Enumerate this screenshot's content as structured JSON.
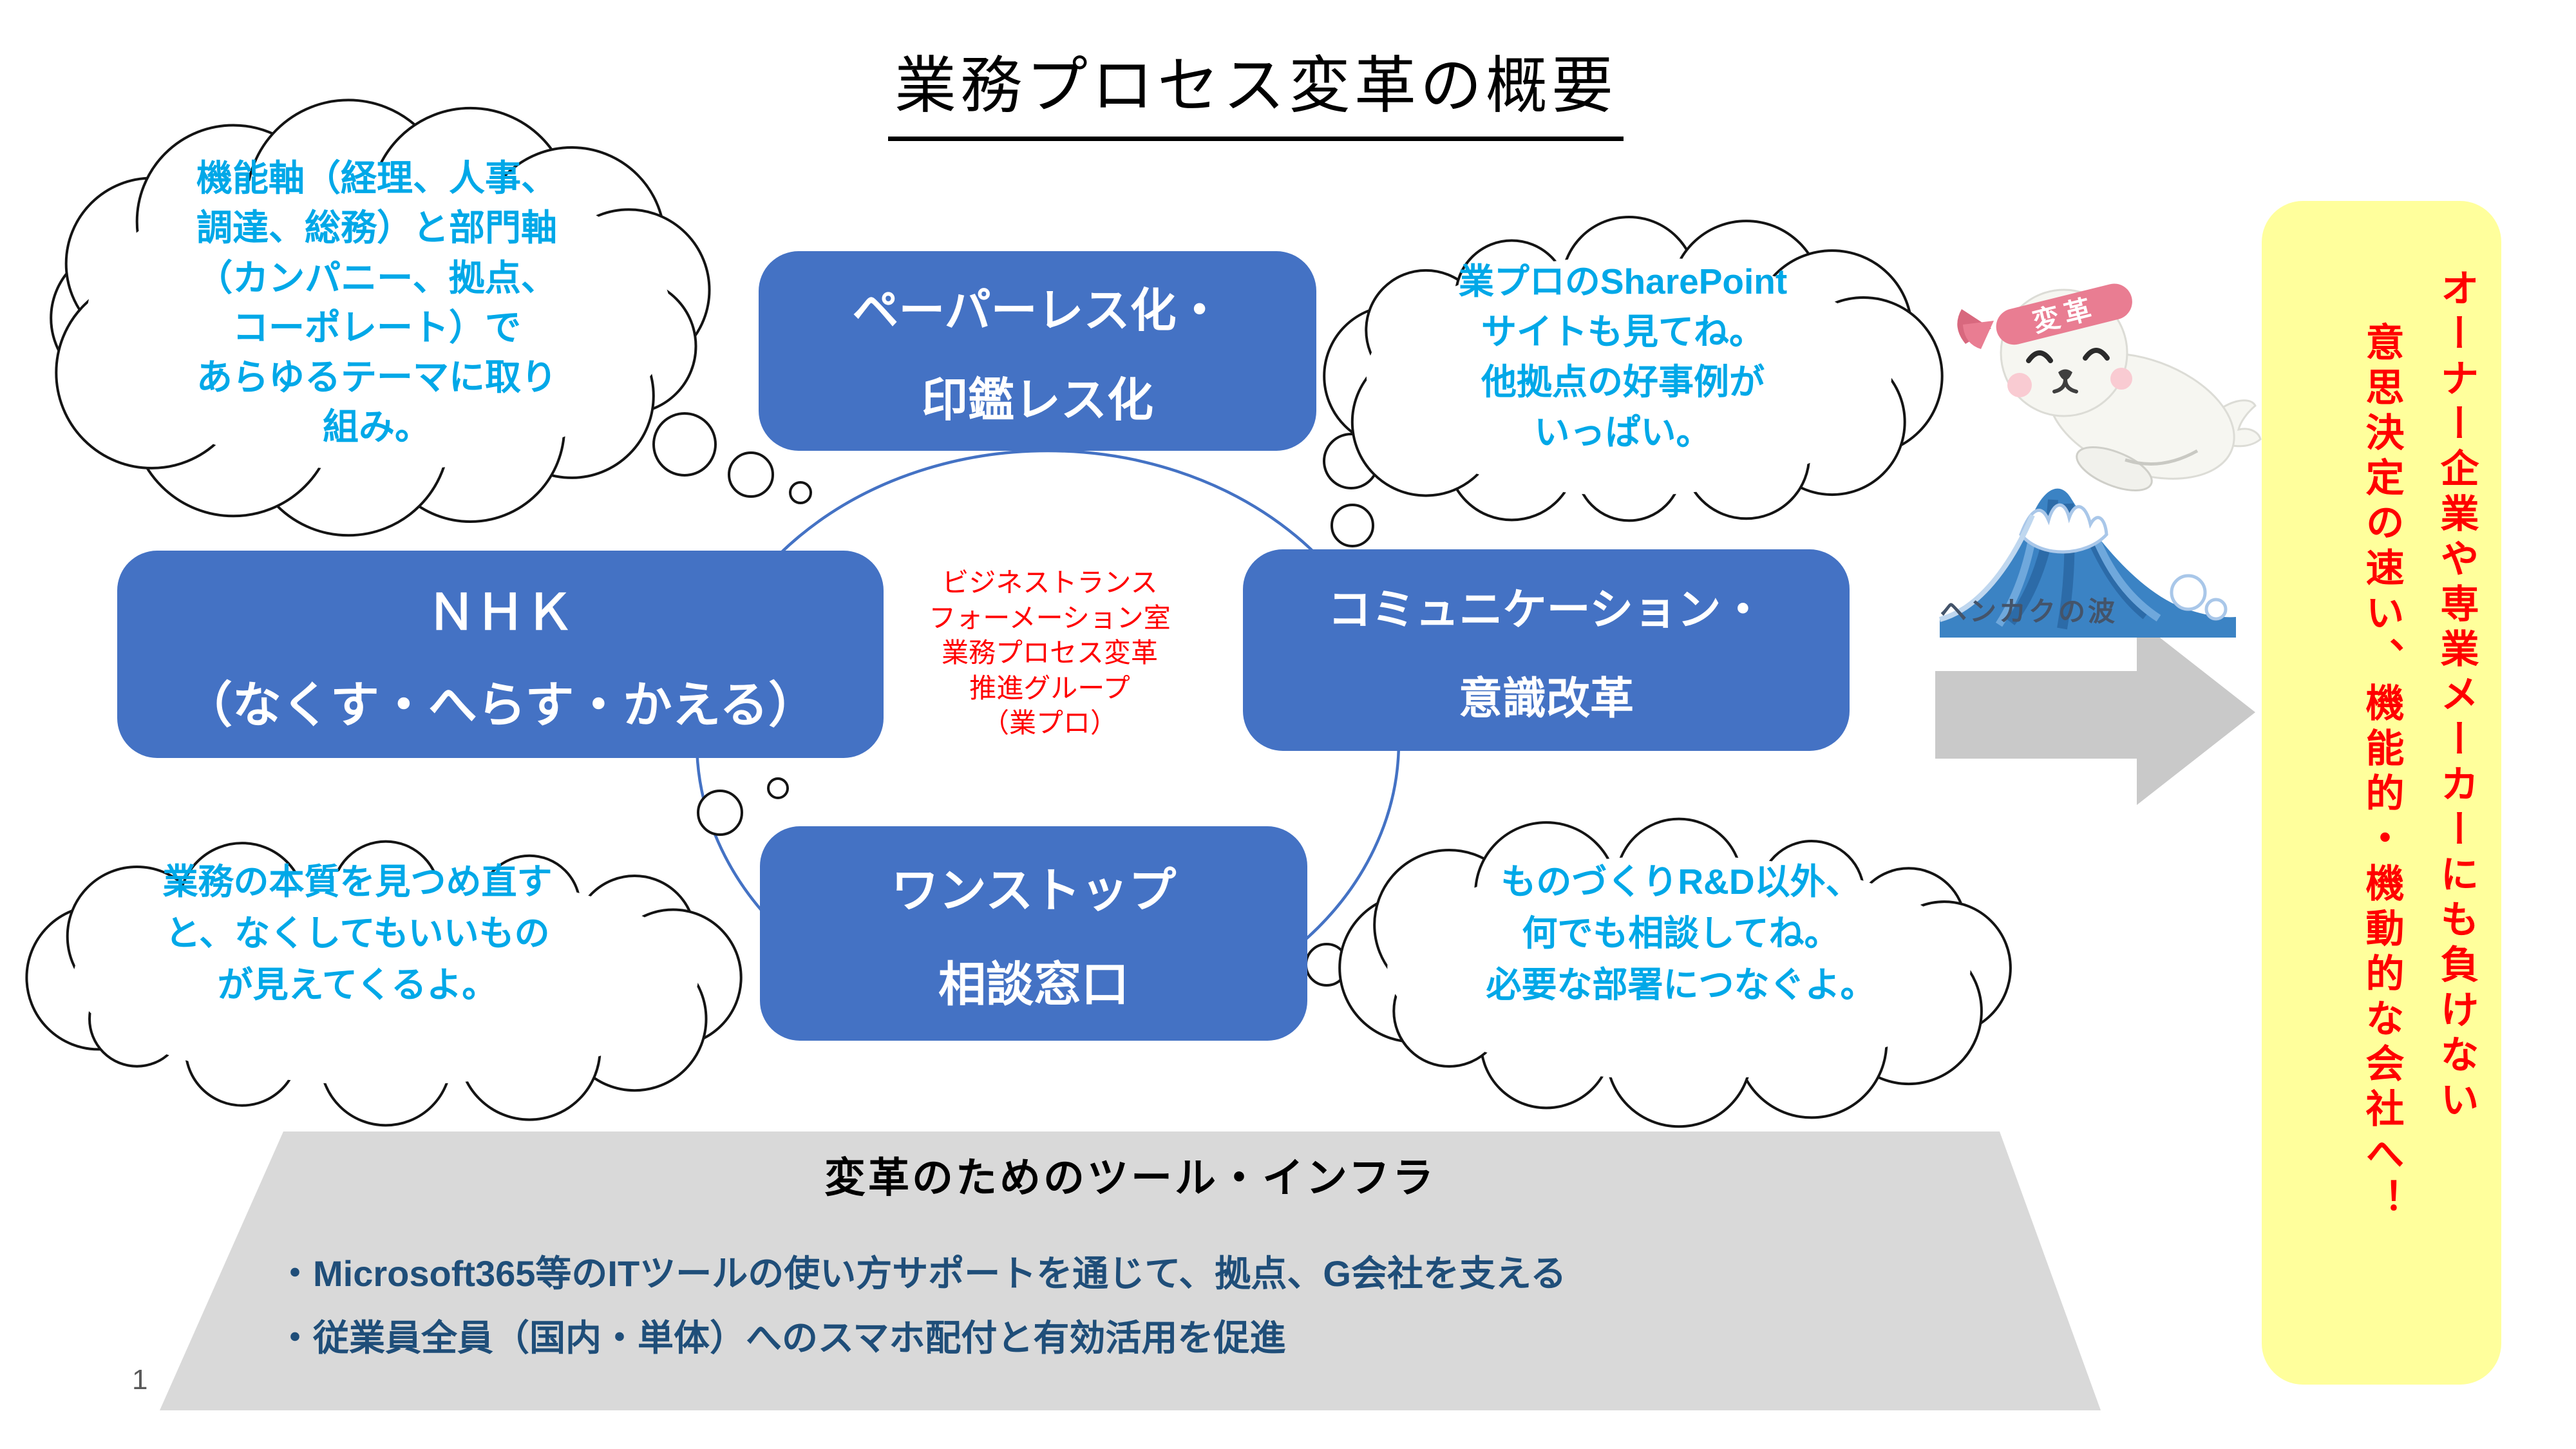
{
  "slide": {
    "title": "業務プロセス変革の概要",
    "page_number": "1"
  },
  "boxes": {
    "paperless": {
      "line1": "ペーパーレス化・",
      "line2": "印鑑レス化"
    },
    "nhk": {
      "line1": "ＮＨＫ",
      "line2": "（なくす・へらす・かえる）"
    },
    "communication": {
      "line1": "コミュニケーション・",
      "line2": "意識改革"
    },
    "one_stop": {
      "line1": "ワンストップ",
      "line2": "相談窓口"
    }
  },
  "center_label": {
    "lines": [
      "ビジネストランス",
      "フォーメーション室",
      "業務プロセス変革",
      "推進グループ",
      "（業プロ）"
    ]
  },
  "clouds": {
    "top_left": {
      "lines": [
        "機能軸（経理、人事、",
        "調達、総務）と部門軸",
        "（カンパニー、拠点、",
        "コーポレート）で",
        "あらゆるテーマに取り",
        "組み。"
      ]
    },
    "top_right": {
      "lines": [
        "業プロのSharePoint",
        "サイトも見てね。",
        "他拠点の好事例が",
        "いっぱい。"
      ]
    },
    "bottom_left": {
      "lines": [
        "業務の本質を見つめ直す",
        "と、なくしてもいいもの",
        "が見えてくるよ。"
      ]
    },
    "bottom_right": {
      "lines": [
        "ものづくりR&D以外、",
        "何でも相談してね。",
        "必要な部署につなぐよ。"
      ]
    }
  },
  "mascot": {
    "headband_text": "変革",
    "caption": "ヘンカクの波"
  },
  "goal_banner": {
    "line_right": "オーナー企業や専業メーカーにも負けない",
    "line_left": "意思決定の速い、機能的・機動的な会社へ！"
  },
  "tools_section": {
    "title": "変革のためのツール・インフラ",
    "bullets": [
      "・Microsoft365等のITツールの使い方サポートを通じて、拠点、G会社を支える",
      "・従業員全員（国内・単体）へのスマホ配付と有効活用を促進"
    ]
  },
  "colors": {
    "box_blue": "#4472C4",
    "cloud_text_blue": "#00A8E8",
    "accent_red": "#FF0000",
    "banner_yellow": "#FFFF9C",
    "tool_gray": "#D9D9D9",
    "bullet_navy": "#1F4E79",
    "arrow_gray": "#C9C9C9"
  }
}
